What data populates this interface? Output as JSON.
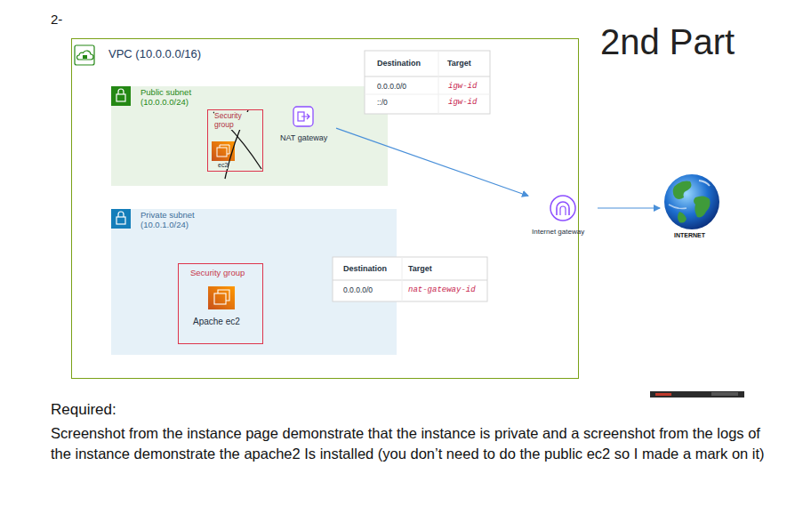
{
  "diagram": {
    "nodes": [
      {
        "text": [
          "VPC (10.0.0.0/16)"
        ]
      },
      {
        "text": [
          "Public subnet",
          "(10.0.0.0/24)"
        ],
        "in": 0
      },
      {
        "text": [
          "Security group",
          "ec2"
        ],
        "in": 1
      },
      {
        "text": [
          "NAT gateway"
        ],
        "in": 1
      },
      {
        "text": [
          "Private subnet",
          "(10.0.1.0/24)"
        ],
        "in": 0
      },
      {
        "text": [
          "Security group",
          "Apache ec2"
        ],
        "in": 4
      },
      {
        "text": [
          "Internet gateway"
        ]
      },
      {
        "text": [
          "INTERNET"
        ]
      }
    ],
    "edges": [
      {
        "from": 3,
        "to": 6,
        "arrow": "to"
      },
      {
        "from": 6,
        "to": 7,
        "arrow": "to"
      }
    ],
    "labels": [
      "2-",
      "2nd Part",
      "Destination",
      "Target",
      "0.0.0.0/0",
      "igw-id",
      "::/0",
      "igw-id",
      "Destination",
      "Target",
      "0.0.0.0/0",
      "nat-gateway-id",
      "Required:",
      "Screenshot from the instance page demonstrate that the instance is private and a screenshot from the logs of the instance demonstrate the apache2 Is installed (you don’t need to do the public ec2 so I made a mark on it)"
    ]
  }
}
